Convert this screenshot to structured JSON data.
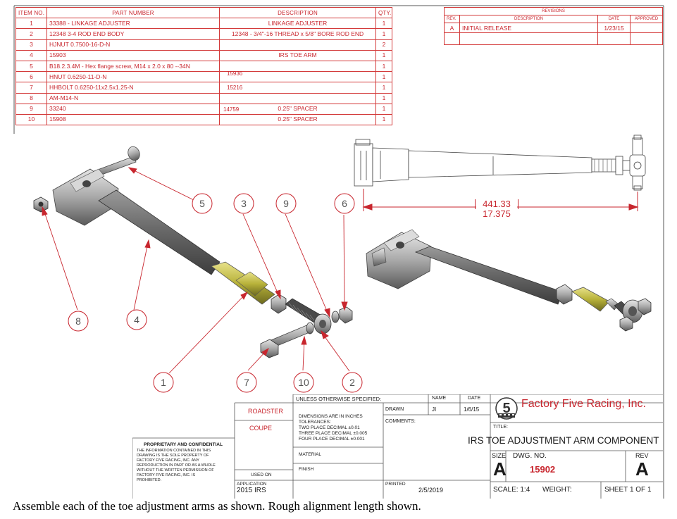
{
  "bom": {
    "headers": [
      "ITEM NO.",
      "PART NUMBER",
      "DESCRIPTION",
      "QTY."
    ],
    "rows": [
      {
        "item": "1",
        "part": "33388 - LINKAGE ADJUSTER",
        "desc": "LINKAGE ADJUSTER",
        "qty": "1"
      },
      {
        "item": "2",
        "part": "12348 3-4 ROD END BODY",
        "desc": "12348 - 3/4\"-16 THREAD x 5/8\" BORE ROD END",
        "qty": "1"
      },
      {
        "item": "3",
        "part": "HJNUT 0.7500-16-D-N",
        "desc": "",
        "qty": "2"
      },
      {
        "item": "4",
        "part": "15903",
        "desc": "IRS TOE ARM",
        "qty": "1"
      },
      {
        "item": "5",
        "part": "B18.2.3.4M - Hex flange screw, M14 x 2.0 x 80 --34N",
        "desc": "",
        "qty": "1"
      },
      {
        "item": "6",
        "part": "HNUT 0.6250-11-D-N",
        "desc": "",
        "qty": "1"
      },
      {
        "item": "7",
        "part": "HHBOLT 0.6250-11x2.5x1.25-N",
        "desc": "",
        "qty": "1"
      },
      {
        "item": "8",
        "part": "AM-M14-N",
        "desc": "",
        "qty": "1"
      },
      {
        "item": "9",
        "part": "33240",
        "desc": "0.25\" SPACER",
        "qty": "1"
      },
      {
        "item": "10",
        "part": "15908",
        "desc": "0.25\" SPACER",
        "qty": "1"
      }
    ],
    "overlay_notes": [
      "15936",
      "15216",
      "14759"
    ]
  },
  "revisions": {
    "title": "REVISIONS",
    "headers": [
      "REV.",
      "DESCRIPTION",
      "DATE",
      "APPROVED"
    ],
    "rows": [
      {
        "rev": "A",
        "desc": "INITIAL RELEASE",
        "date": "1/23/15",
        "approved": ""
      }
    ]
  },
  "dimension": {
    "mm": "441.33",
    "inch": "17.375"
  },
  "balloons": [
    "1",
    "2",
    "3",
    "4",
    "5",
    "6",
    "7",
    "8",
    "9",
    "10"
  ],
  "title_block": {
    "unless": "UNLESS OTHERWISE SPECIFIED:",
    "name_hdr": "NAME",
    "date_hdr": "DATE",
    "roadster": "ROADSTER",
    "coupe": "COUPE",
    "drawn": "DRAWN",
    "drawn_name": "JI",
    "drawn_date": "1/6/15",
    "comments": "COMMENTS:",
    "dims_line1": "DIMENSIONS ARE IN INCHES",
    "dims_line2": "TOLERANCES:",
    "tol1": "TWO PLACE DECIMAL   ±0.01",
    "tol2": "THREE PLACE DECIMAL  ±0.005",
    "tol3": "FOUR PLACE DECIMAL  ±0.001",
    "material": "MATERIAL",
    "finish": "FINISH",
    "used_on": "USED ON",
    "application": "APPLICATION",
    "app_value": "2015 IRS",
    "printed": "PRINTED",
    "printed_date": "2/5/2019",
    "company": "Factory Five Racing, Inc.",
    "logo_mark": "5",
    "title_lbl": "TITLE:",
    "title": "IRS TOE ADJUSTMENT ARM COMPONENT",
    "size_lbl": "SIZE",
    "size": "A",
    "dwg_lbl": "DWG.  NO.",
    "dwg_no": "15902",
    "rev_lbl": "REV",
    "rev": "A",
    "scale": "SCALE: 1:4",
    "weight": "WEIGHT:",
    "sheet": "SHEET 1 OF 1",
    "prop_title": "PROPRIETARY AND CONFIDENTIAL",
    "prop_lines": [
      "THE INFORMATION CONTAINED IN THIS",
      "DRAWING IS THE SOLE PROPERTY OF",
      "FACTORY FIVE RACING, INC.  ANY",
      "REPRODUCTION IN PART OR AS A WHOLE",
      "WITHOUT THE WRITTEN PERMISSION OF",
      "FACTORY FIVE RACING, INC. IS",
      "PROHIBITED."
    ]
  },
  "caption": "Assemble each of the toe adjustment arms as shown.  Rough alignment length shown.",
  "colors": {
    "accent": "#c8262e",
    "brass": "#b8b23a",
    "steel": "#7a7a7a"
  }
}
